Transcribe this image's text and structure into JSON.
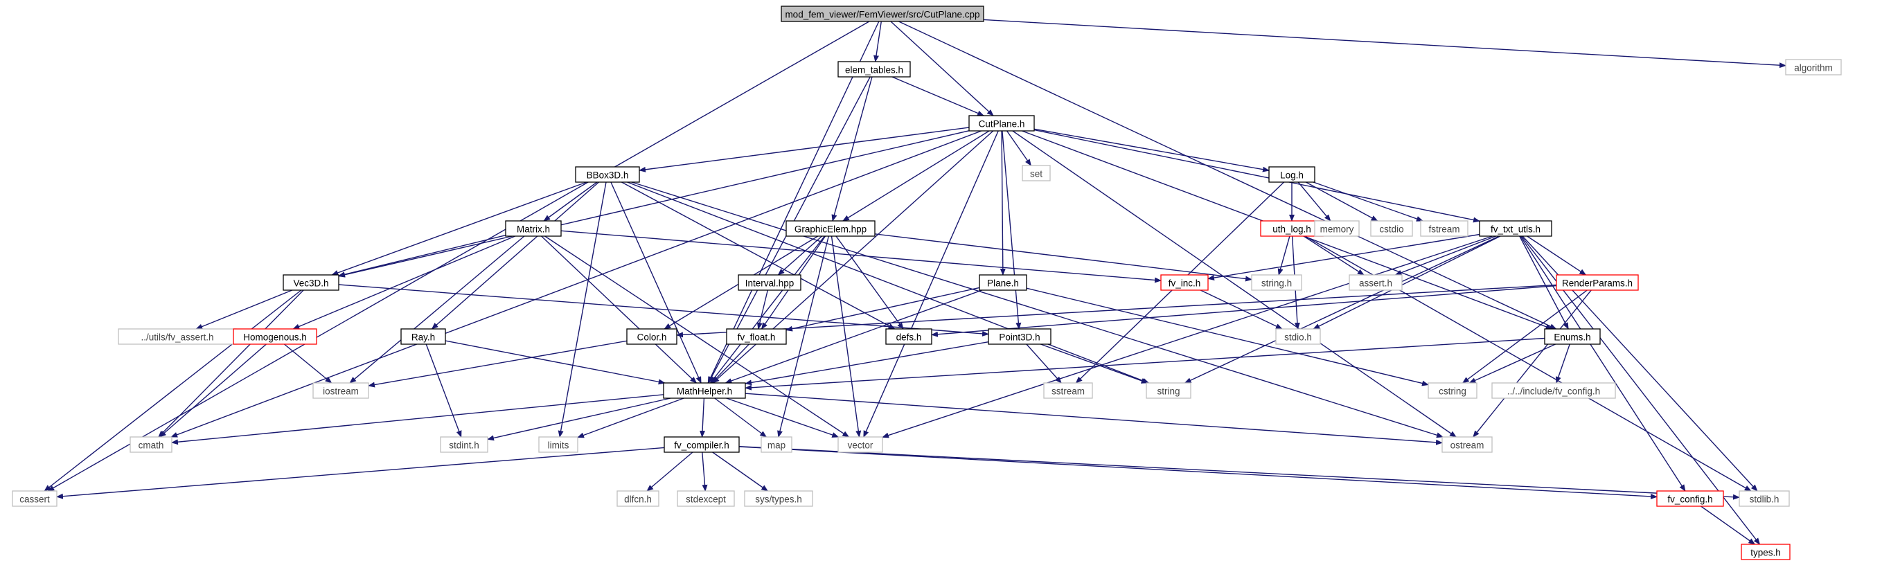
{
  "colors": {
    "edge": "#191970",
    "root_fill": "#bfbfbf",
    "file_border": "#000000",
    "system_border": "#bfbfbf",
    "truncated_border": "#ff0000"
  },
  "nodes": [
    {
      "id": "root",
      "label": "mod_fem_viewer/FemViewer/src/CutPlane.cpp",
      "kind": "root"
    },
    {
      "id": "elem_tables",
      "label": "elem_tables.h",
      "kind": "file"
    },
    {
      "id": "algorithm",
      "label": "algorithm",
      "kind": "system"
    },
    {
      "id": "cutplane_h",
      "label": "CutPlane.h",
      "kind": "file"
    },
    {
      "id": "set",
      "label": "set",
      "kind": "system"
    },
    {
      "id": "bbox3d",
      "label": "BBox3D.h",
      "kind": "file"
    },
    {
      "id": "log_h",
      "label": "Log.h",
      "kind": "file"
    },
    {
      "id": "matrix",
      "label": "Matrix.h",
      "kind": "file"
    },
    {
      "id": "graphicelem",
      "label": "GraphicElem.hpp",
      "kind": "file"
    },
    {
      "id": "uth_log",
      "label": "uth_log.h",
      "kind": "truncated"
    },
    {
      "id": "memory",
      "label": "memory",
      "kind": "system"
    },
    {
      "id": "cstdio",
      "label": "cstdio",
      "kind": "system"
    },
    {
      "id": "fstream",
      "label": "fstream",
      "kind": "system"
    },
    {
      "id": "fv_txt_utls",
      "label": "fv_txt_utls.h",
      "kind": "file"
    },
    {
      "id": "vec3d",
      "label": "Vec3D.h",
      "kind": "file"
    },
    {
      "id": "interval",
      "label": "Interval.hpp",
      "kind": "file"
    },
    {
      "id": "plane",
      "label": "Plane.h",
      "kind": "file"
    },
    {
      "id": "fv_inc",
      "label": "fv_inc.h",
      "kind": "truncated"
    },
    {
      "id": "string_h",
      "label": "string.h",
      "kind": "system"
    },
    {
      "id": "assert_h",
      "label": "assert.h",
      "kind": "system"
    },
    {
      "id": "renderparams",
      "label": "RenderParams.h",
      "kind": "truncated"
    },
    {
      "id": "fv_assert",
      "label": "../utils/fv_assert.h",
      "kind": "system"
    },
    {
      "id": "homogenous",
      "label": "Homogenous.h",
      "kind": "truncated"
    },
    {
      "id": "ray",
      "label": "Ray.h",
      "kind": "file"
    },
    {
      "id": "color",
      "label": "Color.h",
      "kind": "file"
    },
    {
      "id": "fv_float",
      "label": "fv_float.h",
      "kind": "file"
    },
    {
      "id": "defs",
      "label": "defs.h",
      "kind": "file"
    },
    {
      "id": "point3d",
      "label": "Point3D.h",
      "kind": "file"
    },
    {
      "id": "stdio_h",
      "label": "stdio.h",
      "kind": "system"
    },
    {
      "id": "enums",
      "label": "Enums.h",
      "kind": "file"
    },
    {
      "id": "iostream",
      "label": "iostream",
      "kind": "system"
    },
    {
      "id": "mathhelper",
      "label": "MathHelper.h",
      "kind": "file"
    },
    {
      "id": "sstream",
      "label": "sstream",
      "kind": "system"
    },
    {
      "id": "string",
      "label": "string",
      "kind": "system"
    },
    {
      "id": "cstring",
      "label": "cstring",
      "kind": "system"
    },
    {
      "id": "fv_config_inc",
      "label": "../../include/fv_config.h",
      "kind": "system"
    },
    {
      "id": "cmath",
      "label": "cmath",
      "kind": "system"
    },
    {
      "id": "stdint",
      "label": "stdint.h",
      "kind": "system"
    },
    {
      "id": "limits",
      "label": "limits",
      "kind": "system"
    },
    {
      "id": "map",
      "label": "map",
      "kind": "system"
    },
    {
      "id": "vector",
      "label": "vector",
      "kind": "system"
    },
    {
      "id": "ostream",
      "label": "ostream",
      "kind": "system"
    },
    {
      "id": "fv_compiler",
      "label": "fv_compiler.h",
      "kind": "file"
    },
    {
      "id": "cassert",
      "label": "cassert",
      "kind": "system"
    },
    {
      "id": "dlfcn",
      "label": "dlfcn.h",
      "kind": "system"
    },
    {
      "id": "stdexcept",
      "label": "stdexcept",
      "kind": "system"
    },
    {
      "id": "sys_types",
      "label": "sys/types.h",
      "kind": "system"
    },
    {
      "id": "fv_config",
      "label": "fv_config.h",
      "kind": "truncated"
    },
    {
      "id": "stdlib",
      "label": "stdlib.h",
      "kind": "system"
    },
    {
      "id": "types",
      "label": "types.h",
      "kind": "truncated"
    }
  ],
  "edges": [
    [
      "root",
      "elem_tables"
    ],
    [
      "root",
      "cutplane_h"
    ],
    [
      "root",
      "algorithm"
    ],
    [
      "root",
      "enums"
    ],
    [
      "root",
      "mathhelper"
    ],
    [
      "root",
      "cassert"
    ],
    [
      "elem_tables",
      "cutplane_h"
    ],
    [
      "elem_tables",
      "graphicelem"
    ],
    [
      "elem_tables",
      "mathhelper"
    ],
    [
      "cutplane_h",
      "set"
    ],
    [
      "cutplane_h",
      "bbox3d"
    ],
    [
      "cutplane_h",
      "log_h"
    ],
    [
      "cutplane_h",
      "graphicelem"
    ],
    [
      "cutplane_h",
      "fv_txt_utls"
    ],
    [
      "cutplane_h",
      "vec3d"
    ],
    [
      "cutplane_h",
      "plane"
    ],
    [
      "cutplane_h",
      "point3d"
    ],
    [
      "cutplane_h",
      "enums"
    ],
    [
      "cutplane_h",
      "mathhelper"
    ],
    [
      "cutplane_h",
      "cmath"
    ],
    [
      "cutplane_h",
      "vector"
    ],
    [
      "cutplane_h",
      "ostream"
    ],
    [
      "bbox3d",
      "matrix"
    ],
    [
      "bbox3d",
      "vec3d"
    ],
    [
      "bbox3d",
      "ray"
    ],
    [
      "bbox3d",
      "defs"
    ],
    [
      "bbox3d",
      "mathhelper"
    ],
    [
      "bbox3d",
      "limits"
    ],
    [
      "bbox3d",
      "string"
    ],
    [
      "bbox3d",
      "ostream"
    ],
    [
      "log_h",
      "uth_log"
    ],
    [
      "log_h",
      "memory"
    ],
    [
      "log_h",
      "cstdio"
    ],
    [
      "log_h",
      "fstream"
    ],
    [
      "log_h",
      "sstream"
    ],
    [
      "matrix",
      "vec3d"
    ],
    [
      "matrix",
      "homogenous"
    ],
    [
      "matrix",
      "fv_inc"
    ],
    [
      "matrix",
      "mathhelper"
    ],
    [
      "matrix",
      "iostream"
    ],
    [
      "matrix",
      "vector"
    ],
    [
      "graphicelem",
      "interval"
    ],
    [
      "graphicelem",
      "color"
    ],
    [
      "graphicelem",
      "fv_float"
    ],
    [
      "graphicelem",
      "defs"
    ],
    [
      "graphicelem",
      "mathhelper"
    ],
    [
      "graphicelem",
      "map"
    ],
    [
      "graphicelem",
      "vector"
    ],
    [
      "graphicelem",
      "string_h"
    ],
    [
      "uth_log",
      "string_h"
    ],
    [
      "uth_log",
      "assert_h"
    ],
    [
      "uth_log",
      "stdio_h"
    ],
    [
      "uth_log",
      "stdlib"
    ],
    [
      "fv_txt_utls",
      "fv_inc"
    ],
    [
      "fv_txt_utls",
      "assert_h"
    ],
    [
      "fv_txt_utls",
      "renderparams"
    ],
    [
      "fv_txt_utls",
      "stdio_h"
    ],
    [
      "fv_txt_utls",
      "enums"
    ],
    [
      "fv_txt_utls",
      "string"
    ],
    [
      "fv_txt_utls",
      "vector"
    ],
    [
      "fv_txt_utls",
      "fv_config"
    ],
    [
      "fv_txt_utls",
      "stdlib"
    ],
    [
      "fv_txt_utls",
      "types"
    ],
    [
      "vec3d",
      "fv_assert"
    ],
    [
      "vec3d",
      "point3d"
    ],
    [
      "vec3d",
      "cmath"
    ],
    [
      "vec3d",
      "cassert"
    ],
    [
      "interval",
      "fv_float"
    ],
    [
      "plane",
      "fv_float"
    ],
    [
      "plane",
      "mathhelper"
    ],
    [
      "plane",
      "cstring"
    ],
    [
      "fv_inc",
      "stdio_h"
    ],
    [
      "renderparams",
      "color"
    ],
    [
      "renderparams",
      "defs"
    ],
    [
      "renderparams",
      "cstring"
    ],
    [
      "renderparams",
      "ostream"
    ],
    [
      "homogenous",
      "iostream"
    ],
    [
      "homogenous",
      "cmath"
    ],
    [
      "ray",
      "mathhelper"
    ],
    [
      "ray",
      "stdint"
    ],
    [
      "color",
      "iostream"
    ],
    [
      "fv_float",
      "mathhelper"
    ],
    [
      "point3d",
      "mathhelper"
    ],
    [
      "point3d",
      "sstream"
    ],
    [
      "point3d",
      "string"
    ],
    [
      "enums",
      "mathhelper"
    ],
    [
      "enums",
      "cstring"
    ],
    [
      "enums",
      "fv_config_inc"
    ],
    [
      "mathhelper",
      "cmath"
    ],
    [
      "mathhelper",
      "stdint"
    ],
    [
      "mathhelper",
      "limits"
    ],
    [
      "mathhelper",
      "map"
    ],
    [
      "mathhelper",
      "vector"
    ],
    [
      "mathhelper",
      "ostream"
    ],
    [
      "mathhelper",
      "fv_compiler"
    ],
    [
      "fv_compiler",
      "cassert"
    ],
    [
      "fv_compiler",
      "dlfcn"
    ],
    [
      "fv_compiler",
      "stdexcept"
    ],
    [
      "fv_compiler",
      "sys_types"
    ],
    [
      "fv_compiler",
      "fv_config"
    ],
    [
      "fv_compiler",
      "stdlib"
    ],
    [
      "fv_config",
      "types"
    ]
  ]
}
